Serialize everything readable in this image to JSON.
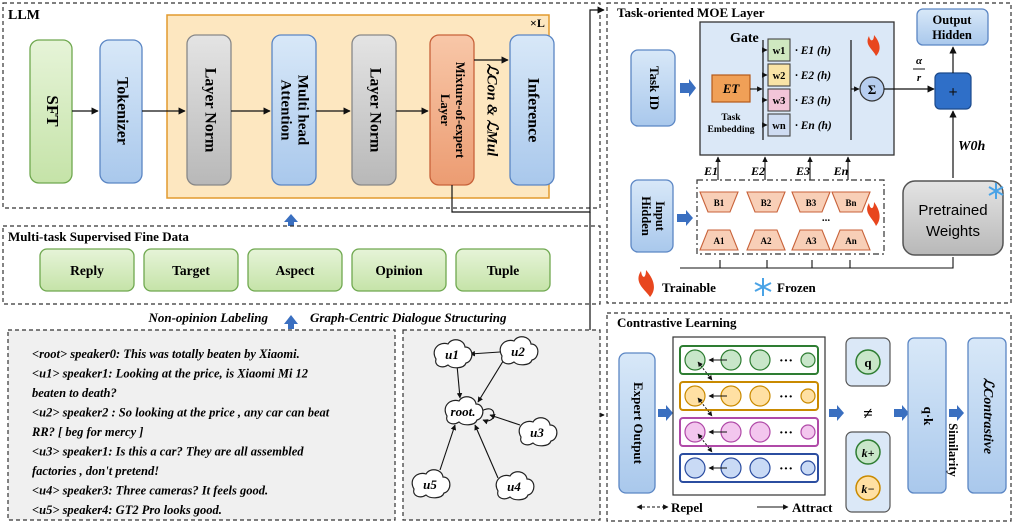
{
  "llm": {
    "title": "LLM",
    "sft": "SFT",
    "tokenizer": "Tokenizer",
    "layer_norm_1": "Layer Norm",
    "attention_line1": "Multi head",
    "attention_line2": "Attention",
    "layer_norm_2": "Layer Norm",
    "moe_line1": "Mixture-of-expert",
    "moe_line2": "Layer",
    "loss_label": "ℒCon & ℒMul",
    "repeat": "×L",
    "inference": "Inference"
  },
  "finetune": {
    "title": "Multi-task Supervised Fine Data",
    "tasks": [
      "Reply",
      "Target",
      "Aspect",
      "Opinion",
      "Tuple"
    ]
  },
  "captions": {
    "left": "Non-opinion Labeling",
    "right": "Graph-Centric Dialogue Structuring"
  },
  "dialogue": {
    "lines": [
      "<root> speaker0: This was totally beaten by Xiaomi.",
      "<u1> speaker1: Looking at the price, is Xiaomi Mi 12",
      "beaten to death?",
      "<u2> speaker2 : So looking at the price , any car can beat",
      "RR? [ beg for mercy ]",
      "<u3> speaker1: Is this a car? They are all assembled",
      "factories , don't pretend!",
      "<u4> speaker3: Three cameras? It feels good.",
      "<u5> speaker4: GT2 Pro looks good."
    ]
  },
  "graph": {
    "nodes": [
      "u1",
      "u2",
      "root.",
      "u3",
      "u5",
      "u4"
    ]
  },
  "moe": {
    "title": "Task-oriented MOE Layer",
    "task_id": "Task ID",
    "gate": "Gate",
    "et": "ET",
    "task_embedding_line1": "Task",
    "task_embedding_line2": "Embedding",
    "weights": [
      "w1",
      "w2",
      "w3",
      "wn"
    ],
    "terms": [
      "· E1 (h)",
      "· E2 (h)",
      "· E3 (h)",
      "· En (h)"
    ],
    "sigma": "Σ",
    "scale_num": "α",
    "scale_den": "r",
    "plus": "+",
    "output_line1": "Output",
    "output_line2": "Hidden",
    "w0h": "W0h",
    "expert_labels": [
      "E1",
      "E2",
      "E3",
      "En"
    ],
    "input_line1": "Input",
    "input_line2": "Hidden",
    "b_blocks": [
      "B1",
      "B2",
      "B3",
      "Bn"
    ],
    "a_blocks": [
      "A1",
      "A2",
      "A3",
      "An"
    ],
    "ellipsis": "...",
    "pretrained_line1": "Pretrained",
    "pretrained_line2": "Weights",
    "trainable": "Trainable",
    "frozen": "Frozen"
  },
  "contrastive": {
    "title": "Contrastive Learning",
    "expert_output": "Expert Output",
    "row_colors": [
      "#2e7d32",
      "#c98a00",
      "#b04aa8",
      "#2b4da0"
    ],
    "row_fills": [
      "#c8e6c9",
      "#ffe0a3",
      "#f3c6ee",
      "#c9daf5"
    ],
    "q": "q",
    "k_plus": "k+",
    "k_minus": "k−",
    "not_equal": "≠",
    "qk": "q·k",
    "similarity": "Similarity",
    "loss": "ℒContrastive",
    "repel": "Repel",
    "attract": "Attract"
  }
}
